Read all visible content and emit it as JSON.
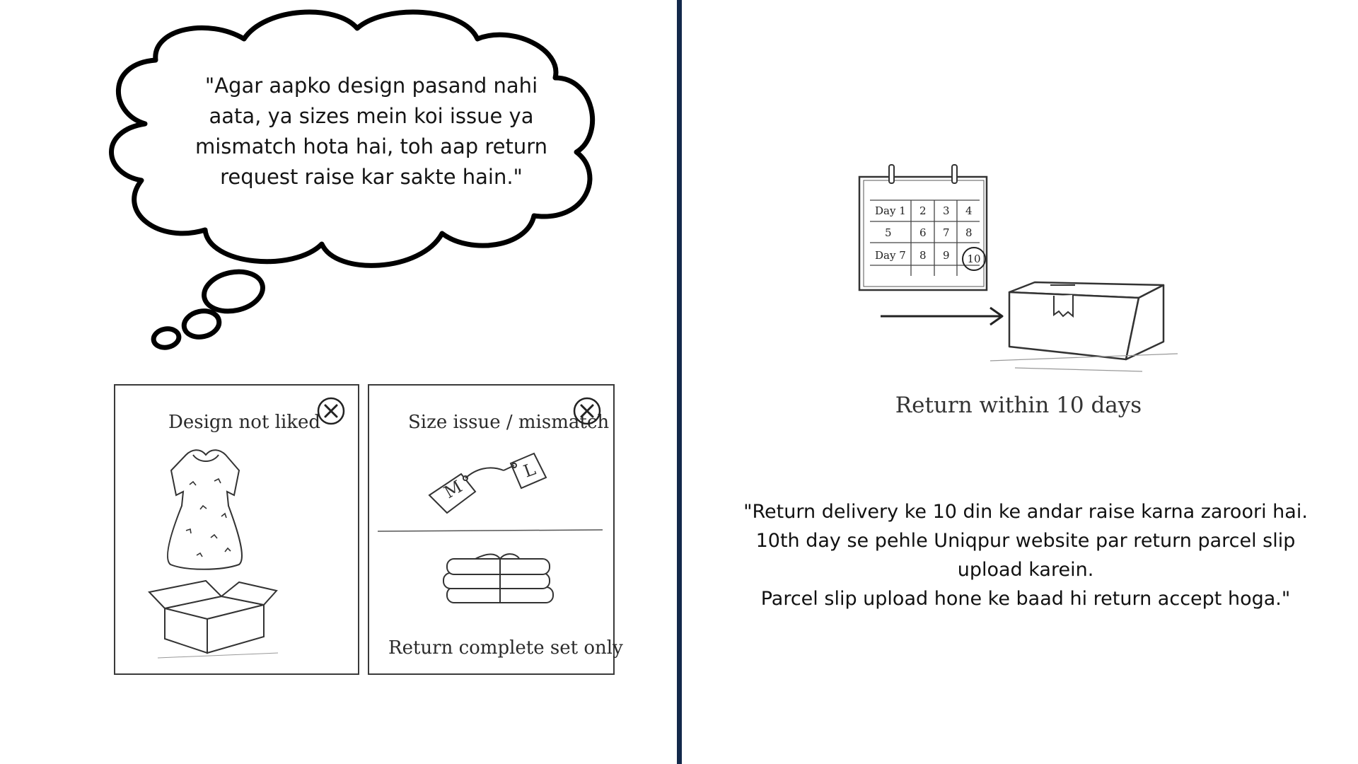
{
  "bubble": {
    "quote": "\"Agar aapko design pasand nahi aata, ya sizes mein koi issue ya mismatch hota hai, toh aap return request raise kar sakte hain.\""
  },
  "cards": [
    {
      "title": "Design not liked"
    },
    {
      "title": "Size issue / mismatch",
      "caption": "Return complete set only"
    }
  ],
  "tags": {
    "left": "M",
    "right": "L"
  },
  "calendar": {
    "rows": [
      [
        "Day 1",
        "2",
        "3",
        "4"
      ],
      [
        "5",
        "6",
        "7",
        "8"
      ],
      [
        "Day 7",
        "8",
        "9",
        "10"
      ]
    ],
    "highlighted": "10"
  },
  "illustration": {
    "caption": "Return within 10 days"
  },
  "policy": {
    "line1": "\"Return delivery ke 10 din ke andar raise karna zaroori hai.",
    "line2": "10th day se pehle Uniqpur website par return parcel slip upload karein.",
    "line3": "Parcel slip upload hone ke baad hi return accept hoga.\""
  },
  "colors": {
    "divider": "#13294b",
    "ink": "#111111"
  }
}
